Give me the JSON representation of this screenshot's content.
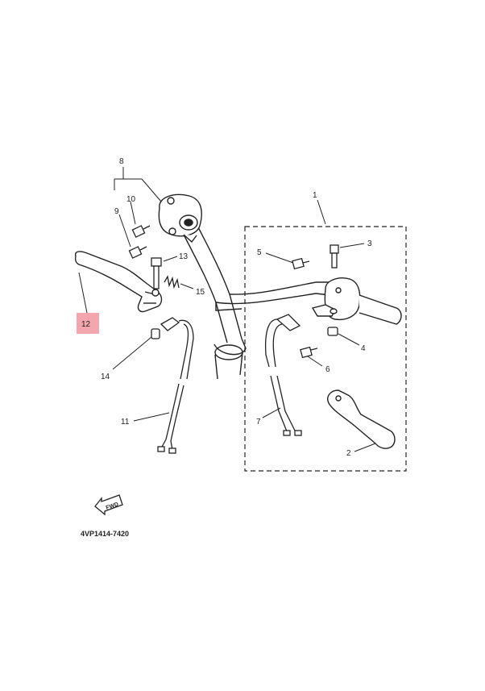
{
  "callouts": {
    "c1": "1",
    "c2": "2",
    "c3": "3",
    "c4": "4",
    "c5": "5",
    "c6": "6",
    "c7": "7",
    "c8": "8",
    "c9": "9",
    "c10": "10",
    "c11": "11",
    "c12": "12",
    "c13": "13",
    "c14": "14",
    "c15": "15"
  },
  "highlight_color": "#f4a6ae",
  "fwd_label": "FWD",
  "diagram_code": "4VP1414-7420"
}
